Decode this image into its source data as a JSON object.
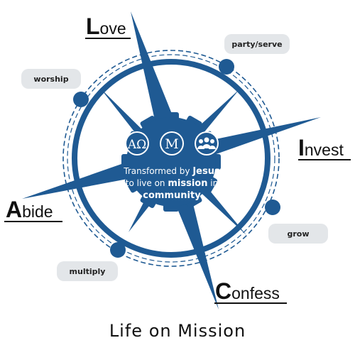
{
  "diagram": {
    "cardinals": {
      "north": {
        "initial": "L",
        "rest": "ove"
      },
      "east": {
        "initial": "I",
        "rest": "nvest"
      },
      "south": {
        "initial": "C",
        "rest": "onfess"
      },
      "west": {
        "initial": "A",
        "rest": "bide"
      }
    },
    "pills": {
      "party_serve": "party/serve",
      "worship": "worship",
      "grow": "grow",
      "multiply": "multiply"
    },
    "center": {
      "line1_pre": "Transformed by ",
      "line1_bold": "Jesus",
      "line2_pre": "to live on ",
      "line2_bold": "mission",
      "line2_post": " in",
      "line3_bold": "community"
    },
    "icons": [
      "alpha-omega-icon",
      "m-monogram-icon",
      "community-people-icon"
    ],
    "colors": {
      "primary": "#1f5a93",
      "pill": "#e3e6e9",
      "text": "#111111"
    }
  },
  "footer": {
    "title": "Life on Mission"
  }
}
